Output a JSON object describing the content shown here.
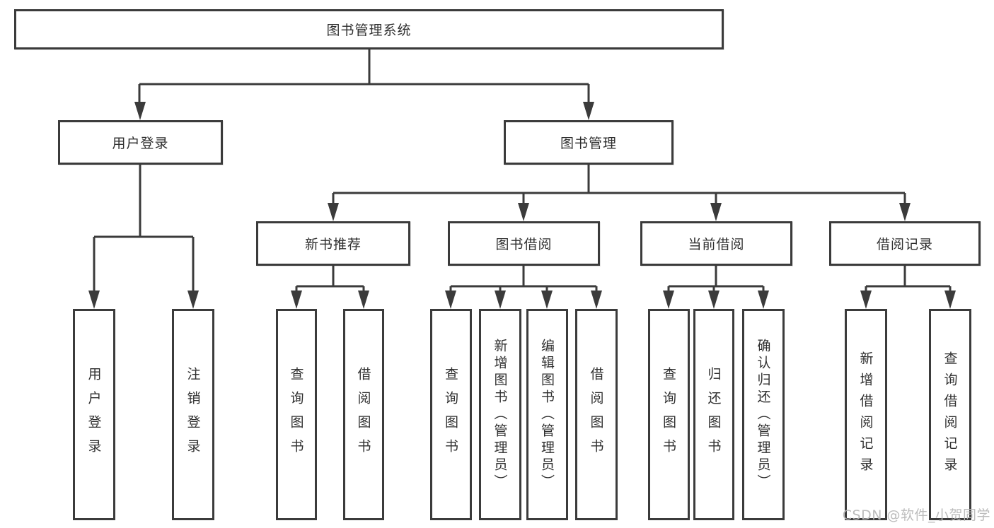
{
  "root": {
    "label": "图书管理系统"
  },
  "branches": {
    "user_login": {
      "label": "用户登录",
      "children": [
        {
          "label": "用户登录"
        },
        {
          "label": "注销登录"
        }
      ]
    },
    "book_management": {
      "label": "图书管理",
      "children": [
        {
          "label": "新书推荐",
          "children": [
            {
              "label": "查询图书"
            },
            {
              "label": "借阅图书"
            }
          ]
        },
        {
          "label": "图书借阅",
          "children": [
            {
              "label": "查询图书"
            },
            {
              "label": "新增图书（管理员）"
            },
            {
              "label": "编辑图书（管理员）"
            },
            {
              "label": "借阅图书"
            }
          ]
        },
        {
          "label": "当前借阅",
          "children": [
            {
              "label": "查询图书"
            },
            {
              "label": "归还图书"
            },
            {
              "label": "确认归还（管理员）"
            }
          ]
        },
        {
          "label": "借阅记录",
          "children": [
            {
              "label": "新增借阅记录"
            },
            {
              "label": "查询借阅记录"
            }
          ]
        }
      ]
    }
  },
  "watermark": "CSDN @软件_小贺同学",
  "colors": {
    "line": "#3b3b3b",
    "text": "#2f2f2f",
    "watermark": "#b8b8b8",
    "background": "#ffffff"
  }
}
